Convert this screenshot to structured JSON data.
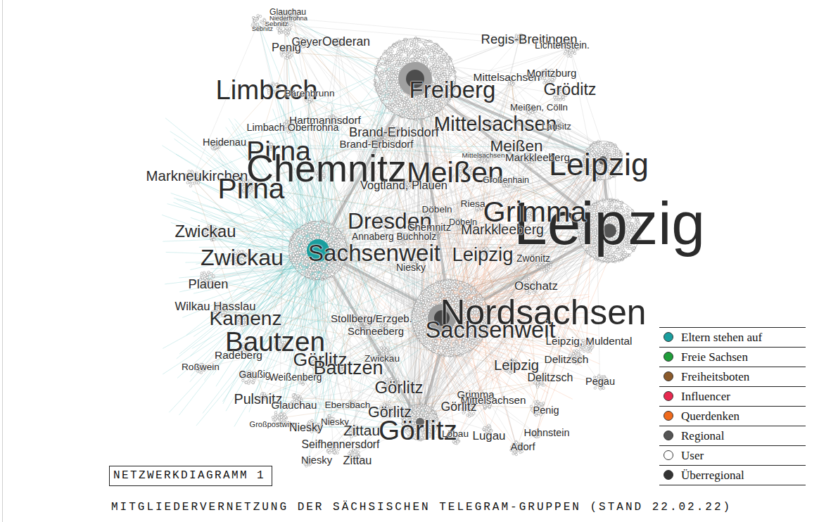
{
  "diagram": {
    "title": "NETZWERKDIAGRAMM 1",
    "caption": "MITGLIEDERVERNETZUNG DER SÄCHSISCHEN TELEGRAM-GRUPPEN (STAND 22.02.22)",
    "nodes": [
      {
        "text": [
          "Freiberg"
        ]
      },
      {
        "text": [
          "Leipzig"
        ]
      },
      {
        "text": [
          "Leipzig"
        ]
      },
      {
        "text": [
          "Sachsenweit"
        ]
      },
      {
        "text": [
          "Nordsachsen",
          "Sachsenweit"
        ]
      },
      {
        "text": [
          "Görlitz"
        ]
      }
    ],
    "edges": [
      {
        "from": 0,
        "to": 2,
        "arrow": "none"
      },
      {
        "from": 0,
        "to": 3,
        "arrow": "none"
      },
      {
        "from": 0,
        "to": 4,
        "arrow": "none"
      },
      {
        "from": 0,
        "to": 1,
        "arrow": "none"
      },
      {
        "from": 1,
        "to": 2,
        "arrow": "none"
      },
      {
        "from": 3,
        "to": 4,
        "arrow": "none"
      },
      {
        "from": 2,
        "to": 4,
        "arrow": "none"
      },
      {
        "from": 3,
        "to": 5,
        "arrow": "none"
      },
      {
        "from": 4,
        "to": 5,
        "arrow": "none"
      }
    ],
    "labels": [
      "Glauchau",
      "Niederfrohna",
      "Sebnitz",
      "Sebnitz",
      "Penig",
      "Geyer",
      "Oederan",
      "Regis-Breitingen",
      "Lichtenstein.",
      "Mittelsachsen",
      "Moritzburg",
      "Gröditz",
      "Limbach",
      "Bärenbrunn",
      "Meißen, Cölln",
      "Hartmannsdorf",
      "Mittelsachsen",
      "Lausitz",
      "Limbach Oberfrohna",
      "Brand-Erbisdorf",
      "Heidenau",
      "Brand-Erbisdorf",
      "Pirna",
      "Meißen",
      "Mittelsachsen",
      "Markkleeberg",
      "Chemnitz",
      "Meißen",
      "Markneukirchen",
      "Vogtland, Plauen",
      "Großenhain",
      "Pirna",
      "Riesa",
      "Grimma",
      "Döbeln",
      "Zwickau",
      "Dresden",
      "Döbeln",
      "Markkleeberg",
      "Chemnitz",
      "Annaberg Buchholz",
      "Zwickau",
      "Leipzig",
      "Zwönitz",
      "Niesky",
      "Plauen",
      "Oschatz",
      "Wilkau Hasslau",
      "Kamenz",
      "Stollberg/Erzgeb.",
      "Schneeberg",
      "Leipzig, Muldental",
      "Bautzen",
      "Görlitz",
      "Radeberg",
      "Zwickau",
      "Delitzsch",
      "Bautzen",
      "Leipzig",
      "Roßwein",
      "Gaußig",
      "Weißenberg",
      "Delitzsch",
      "Pegau",
      "Görlitz",
      "Grimma",
      "Mittelsachsen",
      "Pulsnitz",
      "Glauchau",
      "Ebersbach",
      "Görlitz",
      "Görlitz",
      "Penig",
      "Großpostwitz",
      "Niesky",
      "Niesky",
      "Zittau",
      "Löbau",
      "Lugau",
      "Hohnstein",
      "Seifhennersdorf",
      "Adorf",
      "Niesky",
      "Zittau"
    ],
    "legend": [
      {
        "text": "Eltern stehen auf",
        "color": "#1a9e9e"
      },
      {
        "text": "Freie Sachsen",
        "color": "#1f9e3a"
      },
      {
        "text": "Freiheitsboten",
        "color": "#8b5a2b"
      },
      {
        "text": "Influencer",
        "color": "#e8294f"
      },
      {
        "text": "Querdenken",
        "color": "#f06a1c"
      },
      {
        "text": "Regional",
        "color": "#555555"
      },
      {
        "text": "User",
        "color": "#ffffff"
      },
      {
        "text": "Überregional",
        "color": "#333333"
      }
    ]
  }
}
